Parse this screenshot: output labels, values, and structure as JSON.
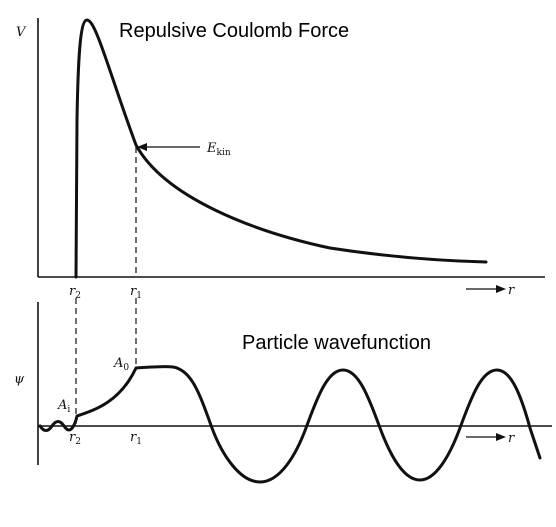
{
  "top_panel": {
    "title": "Repulsive Coulomb Force",
    "y_axis_label": "V",
    "x_axis_label": "r",
    "x_tick_1": "r",
    "x_tick_1_sub": "2",
    "x_tick_2": "r",
    "x_tick_2_sub": "1",
    "energy_label": "E",
    "energy_label_sub": "kin"
  },
  "bottom_panel": {
    "title": "Particle wavefunction",
    "y_axis_label": "ψ",
    "x_axis_label": "r",
    "x_tick_1": "r",
    "x_tick_1_sub": "2",
    "x_tick_2": "r",
    "x_tick_2_sub": "1",
    "amplitude_outer": "A",
    "amplitude_outer_sub": "0",
    "amplitude_inner": "A",
    "amplitude_inner_sub": "i"
  },
  "colors": {
    "line": "#111111",
    "background": "#ffffff"
  }
}
